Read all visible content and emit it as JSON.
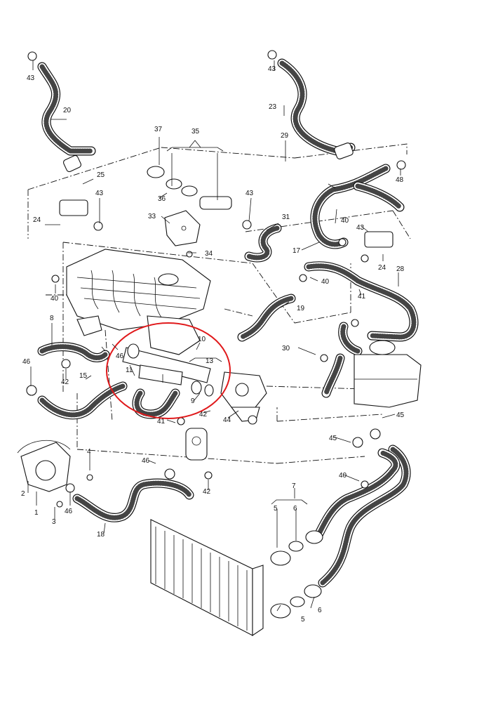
{
  "figure": {
    "highlight_color": "#e0191b",
    "labels": {
      "n43a": "43",
      "n20": "20",
      "n43b": "43",
      "n23": "23",
      "n37": "37",
      "n35": "35",
      "n29": "29",
      "n48": "48",
      "n25": "25",
      "n43c": "43",
      "n36": "36",
      "n43d": "43",
      "n24a": "24",
      "n33": "33",
      "n31": "31",
      "n40a": "40",
      "n43e": "43",
      "n34": "34",
      "n17": "17",
      "n24b": "24",
      "n28": "28",
      "n40b": "40",
      "n40c": "40",
      "n41a": "41",
      "n19": "19",
      "n8": "8",
      "n10": "10",
      "n30": "30",
      "n46a": "46",
      "n42a": "42",
      "n15": "15",
      "n46b": "46",
      "n11": "11",
      "n13": "13",
      "n9": "9",
      "n41b": "41",
      "n42b": "42",
      "n44": "44",
      "n45a": "45",
      "n45b": "45",
      "n4": "4",
      "n46c": "46",
      "n2": "2",
      "n1": "1",
      "n3": "3",
      "n46d": "46",
      "n42c": "42",
      "n40d": "40",
      "n7": "7",
      "n18": "18",
      "n5a": "5",
      "n6a": "6",
      "n5b": "5",
      "n6b": "6"
    }
  }
}
